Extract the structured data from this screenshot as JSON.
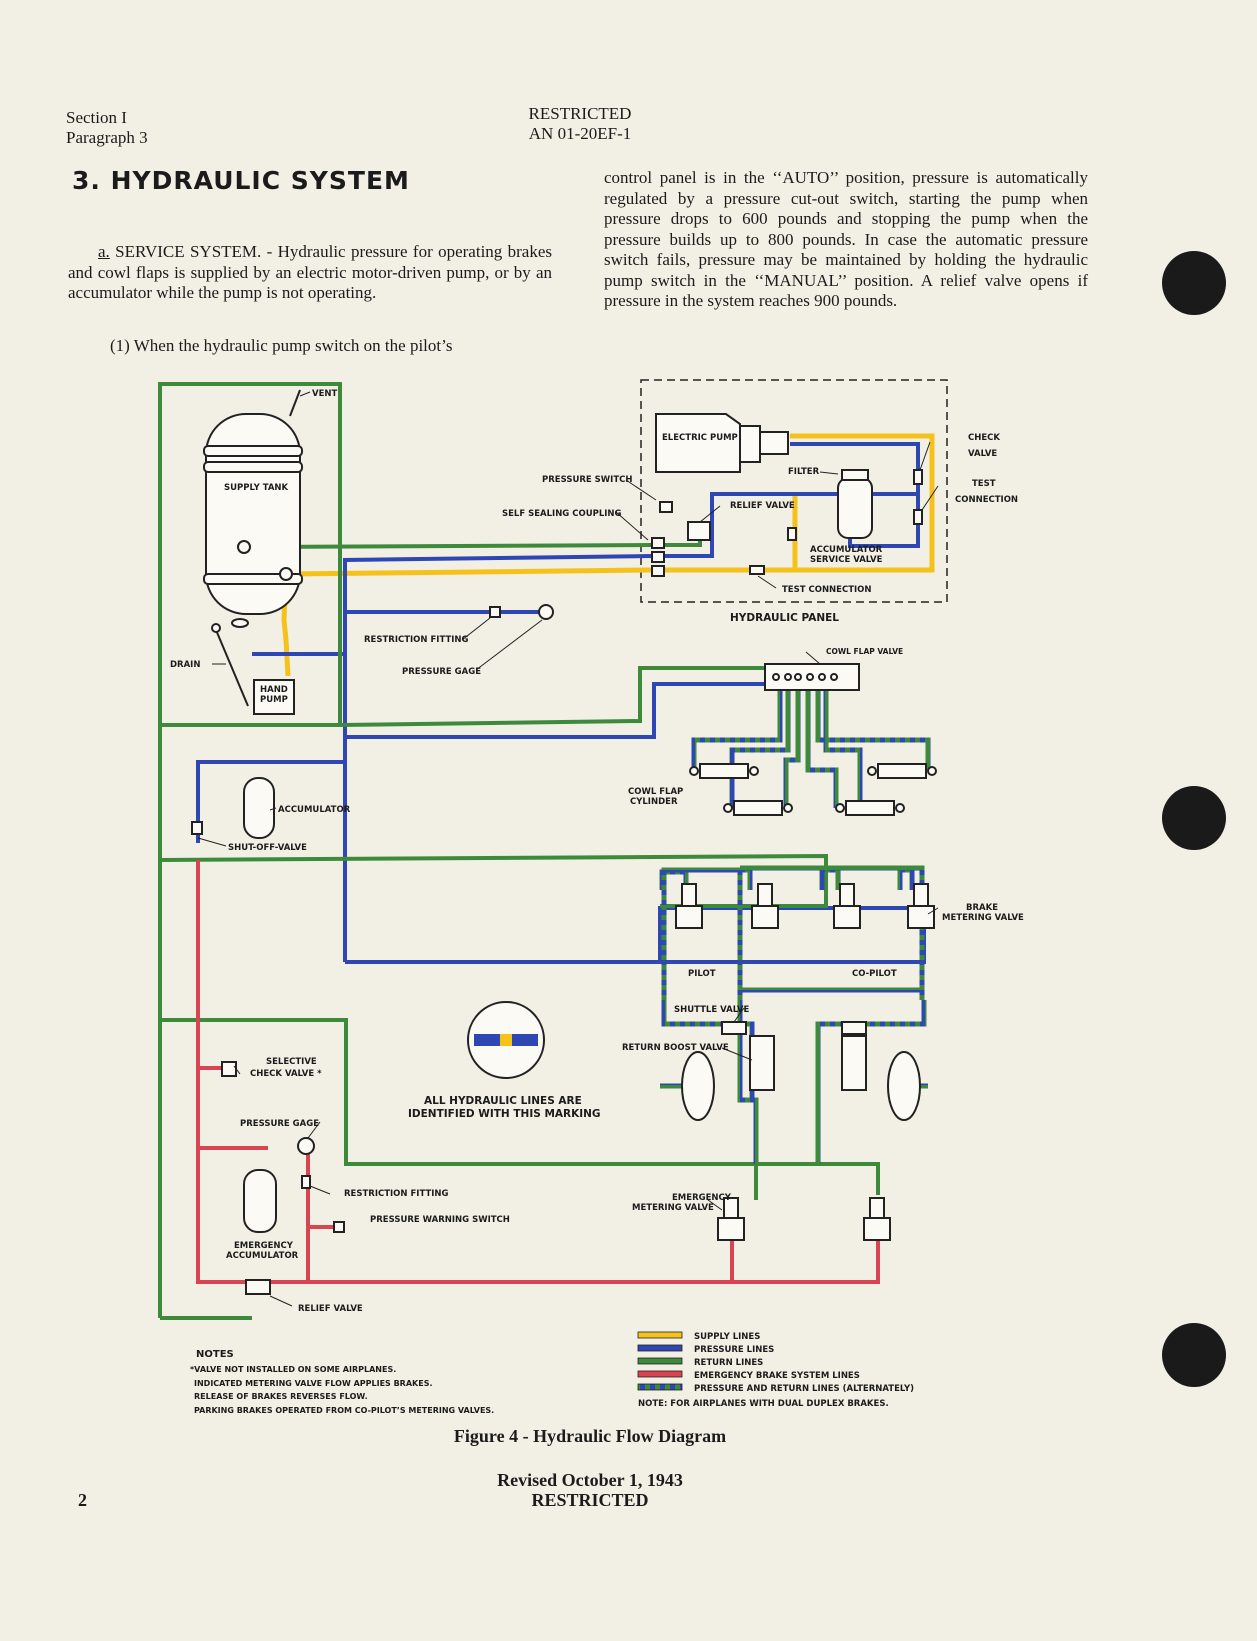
{
  "header": {
    "section": "Section I",
    "paragraph": "Paragraph 3",
    "classification": "RESTRICTED",
    "doc_number": "AN 01-20EF-1"
  },
  "heading": "3. HYDRAULIC SYSTEM",
  "para_a_label": "a.",
  "para_a": " SERVICE SYSTEM. - Hydraulic pressure for operating brakes and cowl flaps is supplied by an electric motor-driven pump, or by an accumulator while the pump is not operating.",
  "para_1": "(1)  When the hydraulic pump switch on the pilot’s",
  "para_right": "control panel is in the ‘‘AUTO’’ position, pressure is automatically regulated by a pressure cut-out switch, starting the pump when pressure drops to 600 pounds and stopping the pump when the pressure builds up to 800 pounds.  In case the automatic pressure switch fails, pressure may be maintained by holding the hydraulic pump switch in the ‘‘MANUAL’’ position.  A relief valve opens  if pressure in the system reaches 900 pounds.",
  "colors": {
    "supply": "#f5c21b",
    "pressure": "#2f47b3",
    "return": "#3d8a3d",
    "emergency": "#d94452"
  },
  "diagram": {
    "vent": "VENT",
    "supply_tank": "SUPPLY TANK",
    "drain": "DRAIN",
    "hand": "HAND",
    "pump": "PUMP",
    "electric_pump": "ELECTRIC PUMP",
    "check": "CHECK",
    "valve": "VALVE",
    "test": "TEST",
    "connection": "CONNECTION",
    "pressure_switch": "PRESSURE SWITCH",
    "filter": "FILTER",
    "relief_valve_panel": "RELIEF VALVE",
    "self_sealing": "SELF SEALING COUPLING",
    "accumulator_service_1": "ACCUMULATOR",
    "accumulator_service_2": "SERVICE VALVE",
    "test_connection": "TEST CONNECTION",
    "hydraulic_panel": "HYDRAULIC PANEL",
    "restriction_fitting_1": "RESTRICTION FITTING",
    "pressure_gage_1": "PRESSURE GAGE",
    "cowl_flap_valve": "COWL FLAP VALVE",
    "cowl_flap_1": "COWL FLAP",
    "cowl_flap_2": "CYLINDER",
    "accumulator": "ACCUMULATOR",
    "shut_off": "SHUT-OFF-VALVE",
    "brake_1": "BRAKE",
    "brake_2": "METERING VALVE",
    "pilot": "PILOT",
    "copilot": "CO-PILOT",
    "shuttle_valve": "SHUTTLE VALVE",
    "return_boost": "RETURN BOOST VALVE",
    "marking_1": "ALL HYDRAULIC LINES ARE",
    "marking_2": "IDENTIFIED WITH THIS MARKING",
    "selective_1": "SELECTIVE",
    "selective_2": "CHECK VALVE *",
    "pressure_gage_2": "PRESSURE GAGE",
    "restriction_fitting_2": "RESTRICTION FITTING",
    "pressure_warning": "PRESSURE WARNING SWITCH",
    "emergency_1": "EMERGENCY",
    "emergency_2": "ACCUMULATOR",
    "emergency_metering_1": "EMERGENCY",
    "emergency_metering_2": "METERING VALVE",
    "relief_valve": "RELIEF VALVE"
  },
  "notes": {
    "title": "NOTES",
    "items": [
      "*VALVE NOT INSTALLED ON SOME AIRPLANES.",
      "INDICATED METERING VALVE FLOW APPLIES BRAKES.",
      "RELEASE OF BRAKES REVERSES FLOW.",
      "PARKING BRAKES OPERATED FROM CO-PILOT’S METERING VALVES."
    ]
  },
  "legend": {
    "supply": "SUPPLY LINES",
    "pressure": "PRESSURE LINES",
    "return": "RETURN LINES",
    "emergency": "EMERGENCY BRAKE SYSTEM LINES",
    "alternate": "PRESSURE AND RETURN LINES (ALTERNATELY)",
    "note": "NOTE:  FOR AIRPLANES WITH DUAL DUPLEX BRAKES."
  },
  "caption": "Figure 4 - Hydraulic Flow Diagram",
  "footer": {
    "revised": "Revised October 1, 1943",
    "classification": "RESTRICTED",
    "page": "2"
  }
}
